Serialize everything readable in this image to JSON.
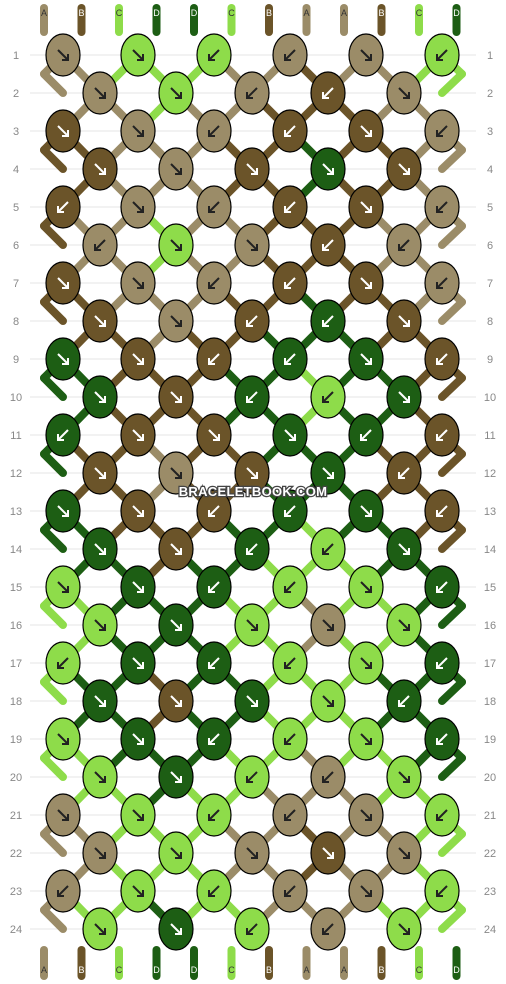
{
  "colors": {
    "A": "#9b8c68",
    "B": "#6b5429",
    "C": "#8edc4a",
    "D": "#1d5e14"
  },
  "strands_top": [
    "A",
    "B",
    "C",
    "D",
    "D",
    "C",
    "B",
    "A",
    "A",
    "B",
    "C",
    "D"
  ],
  "strands_bottom": [
    "A",
    "B",
    "C",
    "D",
    "D",
    "C",
    "B",
    "A",
    "A",
    "B",
    "C",
    "D"
  ],
  "row_labels": [
    "1",
    "2",
    "3",
    "4",
    "5",
    "6",
    "7",
    "8",
    "9",
    "10",
    "11",
    "12",
    "13",
    "14",
    "15",
    "16",
    "17",
    "18",
    "19",
    "20",
    "21",
    "22",
    "23",
    "24"
  ],
  "watermark": "BRACELETBOOK.COM",
  "knots": [
    [
      {
        "c": "A",
        "d": "dr"
      },
      {
        "c": "C",
        "d": "dr"
      },
      {
        "c": "C",
        "d": "dl"
      },
      {
        "c": "A",
        "d": "dl"
      },
      {
        "c": "A",
        "d": "dr"
      },
      {
        "c": "C",
        "d": "dl"
      }
    ],
    [
      {
        "c": "A",
        "d": "dr"
      },
      {
        "c": "C",
        "d": "dr"
      },
      {
        "c": "A",
        "d": "dl"
      },
      {
        "c": "B",
        "d": "dl"
      },
      {
        "c": "A",
        "d": "dr"
      }
    ],
    [
      {
        "c": "B",
        "d": "dr"
      },
      {
        "c": "A",
        "d": "dr"
      },
      {
        "c": "A",
        "d": "dl"
      },
      {
        "c": "B",
        "d": "dl"
      },
      {
        "c": "B",
        "d": "dr"
      },
      {
        "c": "A",
        "d": "dl"
      }
    ],
    [
      {
        "c": "B",
        "d": "dr"
      },
      {
        "c": "A",
        "d": "dr"
      },
      {
        "c": "B",
        "d": "dr"
      },
      {
        "c": "D",
        "d": "dr"
      },
      {
        "c": "B",
        "d": "dr"
      }
    ],
    [
      {
        "c": "B",
        "d": "dl"
      },
      {
        "c": "A",
        "d": "dr"
      },
      {
        "c": "A",
        "d": "dl"
      },
      {
        "c": "B",
        "d": "dl"
      },
      {
        "c": "B",
        "d": "dr"
      },
      {
        "c": "A",
        "d": "dl"
      }
    ],
    [
      {
        "c": "A",
        "d": "dl"
      },
      {
        "c": "C",
        "d": "dr"
      },
      {
        "c": "A",
        "d": "dr"
      },
      {
        "c": "B",
        "d": "dl"
      },
      {
        "c": "A",
        "d": "dl"
      }
    ],
    [
      {
        "c": "B",
        "d": "dr"
      },
      {
        "c": "A",
        "d": "dr"
      },
      {
        "c": "A",
        "d": "dl"
      },
      {
        "c": "B",
        "d": "dl"
      },
      {
        "c": "B",
        "d": "dr"
      },
      {
        "c": "A",
        "d": "dl"
      }
    ],
    [
      {
        "c": "B",
        "d": "dr"
      },
      {
        "c": "A",
        "d": "dr"
      },
      {
        "c": "B",
        "d": "dl"
      },
      {
        "c": "D",
        "d": "dl"
      },
      {
        "c": "B",
        "d": "dr"
      }
    ],
    [
      {
        "c": "D",
        "d": "dr"
      },
      {
        "c": "B",
        "d": "dr"
      },
      {
        "c": "B",
        "d": "dl"
      },
      {
        "c": "D",
        "d": "dl"
      },
      {
        "c": "D",
        "d": "dr"
      },
      {
        "c": "B",
        "d": "dl"
      }
    ],
    [
      {
        "c": "D",
        "d": "dr"
      },
      {
        "c": "B",
        "d": "dr"
      },
      {
        "c": "D",
        "d": "dl"
      },
      {
        "c": "C",
        "d": "dl"
      },
      {
        "c": "D",
        "d": "dr"
      }
    ],
    [
      {
        "c": "D",
        "d": "dl"
      },
      {
        "c": "B",
        "d": "dr"
      },
      {
        "c": "B",
        "d": "dr"
      },
      {
        "c": "D",
        "d": "dr"
      },
      {
        "c": "D",
        "d": "dl"
      },
      {
        "c": "B",
        "d": "dl"
      }
    ],
    [
      {
        "c": "B",
        "d": "dr"
      },
      {
        "c": "A",
        "d": "dr"
      },
      {
        "c": "B",
        "d": "dr"
      },
      {
        "c": "D",
        "d": "dr"
      },
      {
        "c": "B",
        "d": "dl"
      }
    ],
    [
      {
        "c": "D",
        "d": "dr"
      },
      {
        "c": "B",
        "d": "dr"
      },
      {
        "c": "B",
        "d": "dl"
      },
      {
        "c": "D",
        "d": "dl"
      },
      {
        "c": "D",
        "d": "dr"
      },
      {
        "c": "B",
        "d": "dl"
      }
    ],
    [
      {
        "c": "D",
        "d": "dr"
      },
      {
        "c": "B",
        "d": "dr"
      },
      {
        "c": "D",
        "d": "dl"
      },
      {
        "c": "C",
        "d": "dl"
      },
      {
        "c": "D",
        "d": "dr"
      }
    ],
    [
      {
        "c": "C",
        "d": "dr"
      },
      {
        "c": "D",
        "d": "dr"
      },
      {
        "c": "D",
        "d": "dl"
      },
      {
        "c": "C",
        "d": "dl"
      },
      {
        "c": "C",
        "d": "dr"
      },
      {
        "c": "D",
        "d": "dl"
      }
    ],
    [
      {
        "c": "C",
        "d": "dr"
      },
      {
        "c": "D",
        "d": "dr"
      },
      {
        "c": "C",
        "d": "dr"
      },
      {
        "c": "A",
        "d": "dr"
      },
      {
        "c": "C",
        "d": "dr"
      }
    ],
    [
      {
        "c": "C",
        "d": "dl"
      },
      {
        "c": "D",
        "d": "dr"
      },
      {
        "c": "D",
        "d": "dl"
      },
      {
        "c": "C",
        "d": "dl"
      },
      {
        "c": "C",
        "d": "dr"
      },
      {
        "c": "D",
        "d": "dl"
      }
    ],
    [
      {
        "c": "D",
        "d": "dr"
      },
      {
        "c": "B",
        "d": "dr"
      },
      {
        "c": "D",
        "d": "dr"
      },
      {
        "c": "C",
        "d": "dr"
      },
      {
        "c": "D",
        "d": "dl"
      }
    ],
    [
      {
        "c": "C",
        "d": "dr"
      },
      {
        "c": "D",
        "d": "dr"
      },
      {
        "c": "D",
        "d": "dl"
      },
      {
        "c": "C",
        "d": "dl"
      },
      {
        "c": "C",
        "d": "dr"
      },
      {
        "c": "D",
        "d": "dl"
      }
    ],
    [
      {
        "c": "C",
        "d": "dr"
      },
      {
        "c": "D",
        "d": "dr"
      },
      {
        "c": "C",
        "d": "dl"
      },
      {
        "c": "A",
        "d": "dl"
      },
      {
        "c": "C",
        "d": "dr"
      }
    ],
    [
      {
        "c": "A",
        "d": "dr"
      },
      {
        "c": "C",
        "d": "dr"
      },
      {
        "c": "C",
        "d": "dl"
      },
      {
        "c": "A",
        "d": "dl"
      },
      {
        "c": "A",
        "d": "dr"
      },
      {
        "c": "C",
        "d": "dl"
      }
    ],
    [
      {
        "c": "A",
        "d": "dr"
      },
      {
        "c": "C",
        "d": "dr"
      },
      {
        "c": "A",
        "d": "dr"
      },
      {
        "c": "B",
        "d": "dr"
      },
      {
        "c": "A",
        "d": "dr"
      }
    ],
    [
      {
        "c": "A",
        "d": "dl"
      },
      {
        "c": "C",
        "d": "dr"
      },
      {
        "c": "C",
        "d": "dl"
      },
      {
        "c": "A",
        "d": "dl"
      },
      {
        "c": "A",
        "d": "dr"
      },
      {
        "c": "C",
        "d": "dl"
      }
    ],
    [
      {
        "c": "C",
        "d": "dr"
      },
      {
        "c": "D",
        "d": "dr"
      },
      {
        "c": "C",
        "d": "dl"
      },
      {
        "c": "A",
        "d": "dl"
      },
      {
        "c": "C",
        "d": "dr"
      }
    ]
  ]
}
